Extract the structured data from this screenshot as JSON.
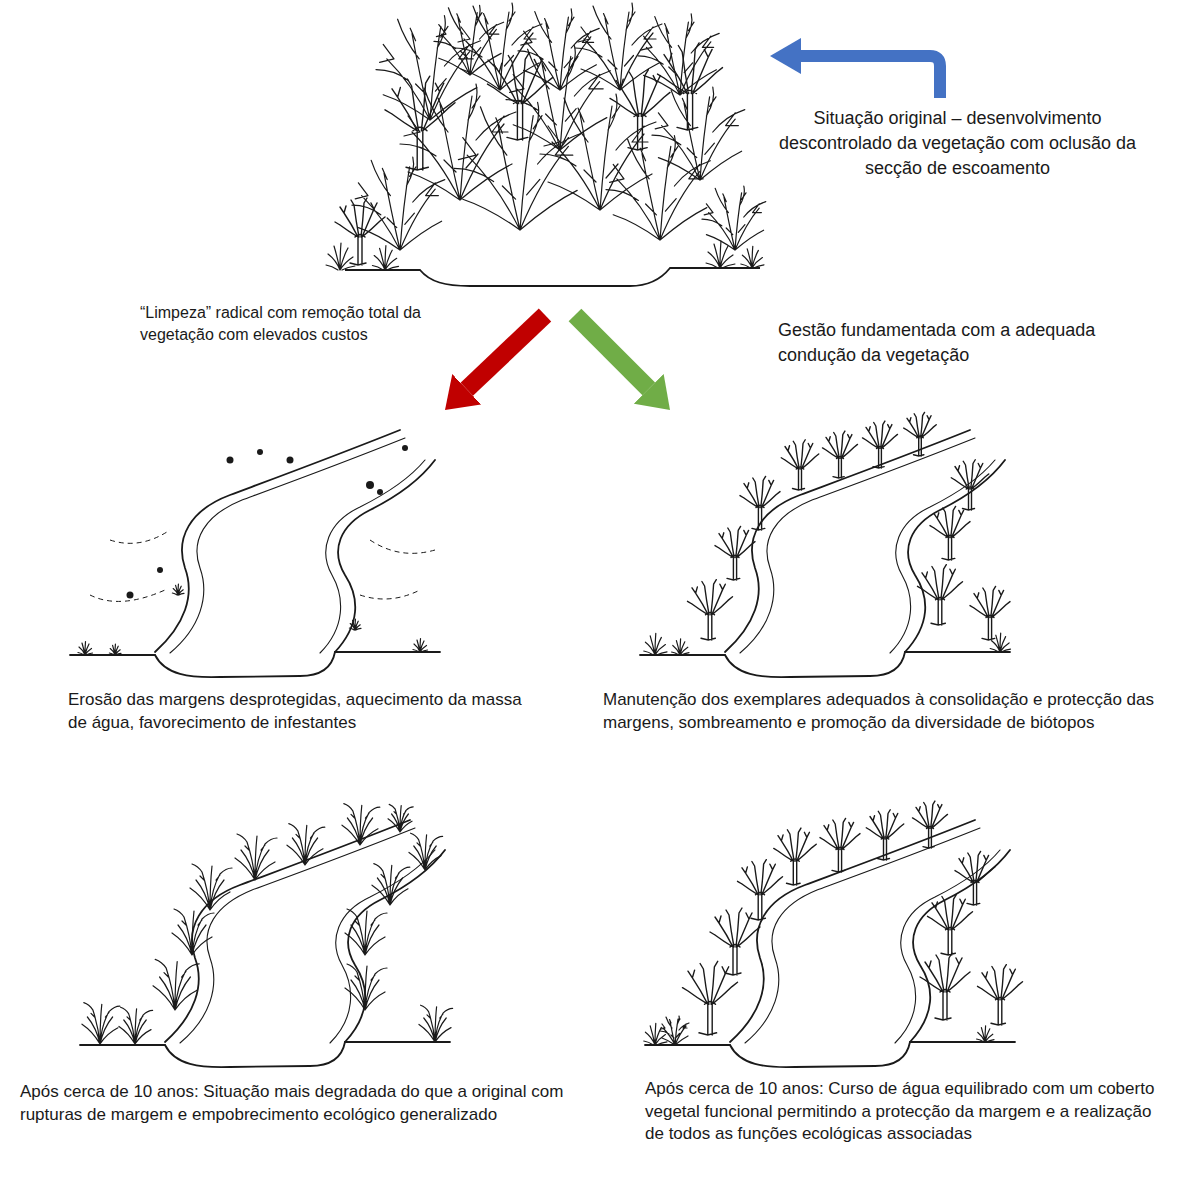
{
  "diagram": {
    "nodes": [
      {
        "text": [
          "Situação original – desenvolvimento descontrolado da vegetação com oclusão da secção de escoamento"
        ]
      },
      {
        "text": [
          "Erosão das margens desprotegidas, aquecimento da massa de água, favorecimento de infestantes"
        ]
      },
      {
        "text": [
          "Manutenção dos exemplares adequados à consolidação e protecção das margens, sombreamento e promoção da diversidade de biótopos"
        ]
      },
      {
        "text": [
          "Após cerca de 10 anos: Situação mais degradada do que a original com rupturas de margem e empobrecimento ecológico generalizado"
        ]
      },
      {
        "text": [
          "Após cerca de 10 anos: Curso de água equilibrado com um coberto vegetal funcional permitindo a protecção da margem e a realização de todos as funções ecológicas associadas"
        ]
      }
    ],
    "edges": [
      {
        "from": 0,
        "to": 1,
        "label": "“Limpeza” radical com remoção total da vegetação com elevados custos",
        "arrow": "to"
      },
      {
        "from": 0,
        "to": 2,
        "label": "Gestão fundamentada com a adequada condução da vegetação",
        "arrow": "to"
      }
    ]
  }
}
